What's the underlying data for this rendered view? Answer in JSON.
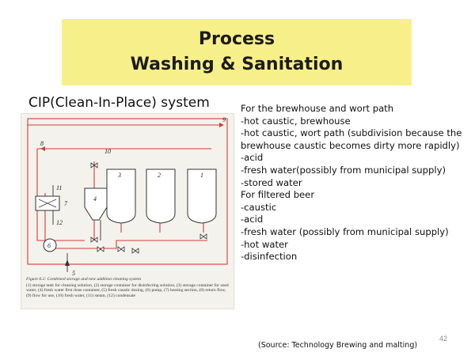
{
  "title": {
    "line1": "Process",
    "line2": "Washing & Sanitation"
  },
  "subtitle": "CIP(Clean-In-Place) system",
  "figure": {
    "labels": [
      "1",
      "2",
      "3",
      "4",
      "5",
      "6",
      "7",
      "8",
      "9",
      "10",
      "11",
      "12"
    ],
    "caption_title": "Figure 6.2: Combined storage and new addition cleaning system",
    "caption_text": "(1) storage tank for cleaning solution, (2) storage container for disinfecting solution, (3) storage container for used water, (4) fresh water first rinse container, (5) fresh caustic dosing, (6) pump, (7) heating section, (8) return flow, (9) flow for use, (10) fresh water, (11) steam, (12) condensate"
  },
  "bullets": [
    "For the brewhouse and wort path",
    "-hot caustic, brewhouse",
    "-hot caustic, wort path (subdivision because the brewhouse caustic becomes dirty more rapidly)",
    "-acid",
    "-fresh water(possibly from municipal supply)",
    "-stored water",
    "For filtered beer",
    "-caustic",
    "-acid",
    "-fresh water (possibly from municipal supply)",
    "-hot water",
    "-disinfection"
  ],
  "page_number": "42",
  "source": "(Source: Technology Brewing and malting)",
  "colors": {
    "title_bg": "#f7f08a",
    "pipe_red": "#d63b3b",
    "line_dark": "#333333"
  }
}
